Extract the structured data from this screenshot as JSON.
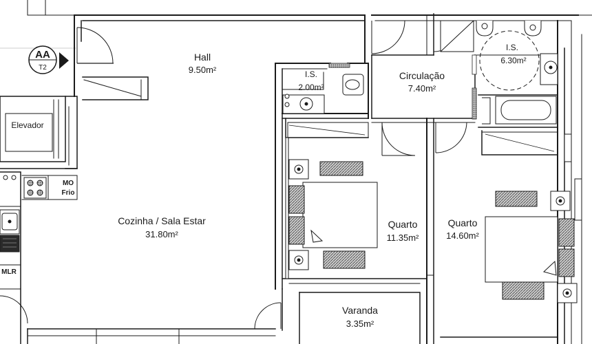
{
  "section_marker": {
    "code": "AA",
    "type": "T2"
  },
  "rooms": {
    "hall": {
      "name": "Hall",
      "area": "9.50m²"
    },
    "wc_small": {
      "name": "I.S.",
      "area": "2.00m²"
    },
    "circulacao": {
      "name": "Circulação",
      "area": "7.40m²"
    },
    "wc_large": {
      "name": "I.S.",
      "area": "6.30m²"
    },
    "elevador": {
      "name": "Elevador"
    },
    "cozinha": {
      "name": "Cozinha / Sala Estar",
      "area": "31.80m²"
    },
    "quarto1": {
      "name": "Quarto",
      "area": "11.35m²"
    },
    "quarto2": {
      "name": "Quarto",
      "area": "14.60m²"
    },
    "varanda": {
      "name": "Varanda",
      "area": "3.35m²"
    }
  },
  "appliances": {
    "mo": "MO",
    "frio": "Frio",
    "mlr": "MLR"
  },
  "colors": {
    "wall": "#1a1a1a",
    "hatch": "#8c8c8c",
    "fill": "#f4f4f4"
  }
}
